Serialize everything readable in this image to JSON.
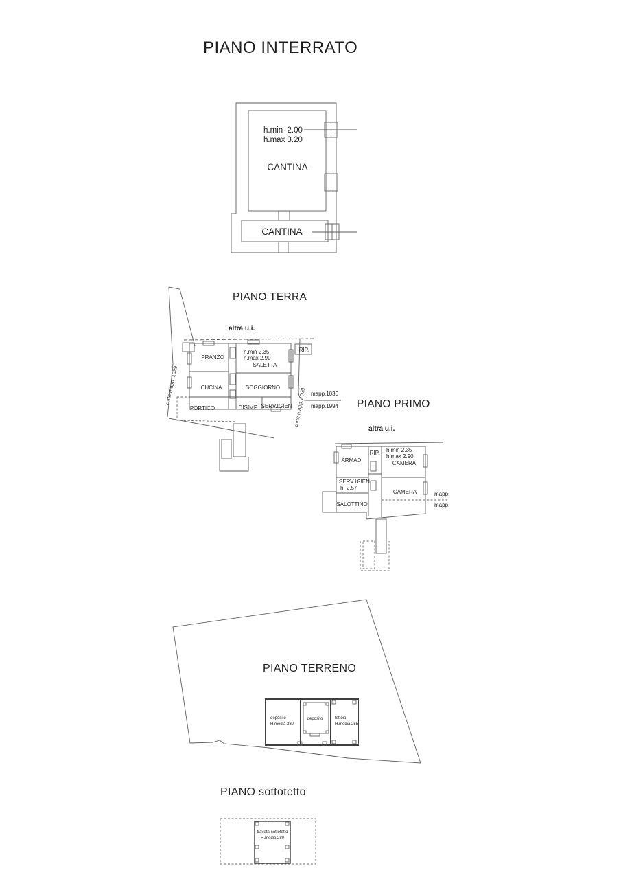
{
  "colors": {
    "background": "#ffffff",
    "line": "#5e5e5e",
    "text": "#1f1f1f"
  },
  "interrato": {
    "title": "PIANO INTERRATO",
    "h_min": "h.min  2.00",
    "h_max": "h.max 3.20",
    "room_main": "CANTINA",
    "room_lower": "CANTINA"
  },
  "terra": {
    "title": "PIANO TERRA",
    "altra_ui": "altra u.i.",
    "h_min": "h.min 2.35",
    "h_max": "h.max 2.90",
    "rooms": {
      "pranzo": "PRANZO",
      "saletta": "SALETTA",
      "cucina": "CUCINA",
      "soggiorno": "SOGGIORNO",
      "portico": "PORTICO",
      "disimp": "DISIMP.",
      "serv_igien": "SERV.IGIEN",
      "rip": "RIP."
    },
    "corte_left": "corte mapp. 1029",
    "corte_right": "corte mapp. 1029",
    "mapp_1030": "mapp.1030",
    "mapp_1994": "mapp.1994"
  },
  "primo": {
    "title": "PIANO PRIMO",
    "altra_ui": "altra u.i.",
    "h_min": "h.min 2.35",
    "h_max": "h.max 2.90",
    "rooms": {
      "armadi": "ARMADI",
      "rip": "RIP.",
      "camera_top": "CAMERA",
      "camera_mid": "CAMERA",
      "serv_igien": "SERV.IGIEN.",
      "serv_h": "h. 2.57",
      "salottino": "SALOTTINO"
    },
    "mapp_top": "mapp.",
    "mapp_bottom": "mapp."
  },
  "terreno": {
    "title": "PIANO TERRENO",
    "rooms": {
      "deposito_left": "deposito",
      "deposito_left_h": "H.media 280",
      "deposito_mid": "deposito",
      "tettoia": "tettoia",
      "tettoia_h": "H.media 255"
    }
  },
  "sottotetto": {
    "title": "PIANO sottotetto",
    "room": "travata-sottotetto",
    "room_h": "H.media 280"
  }
}
